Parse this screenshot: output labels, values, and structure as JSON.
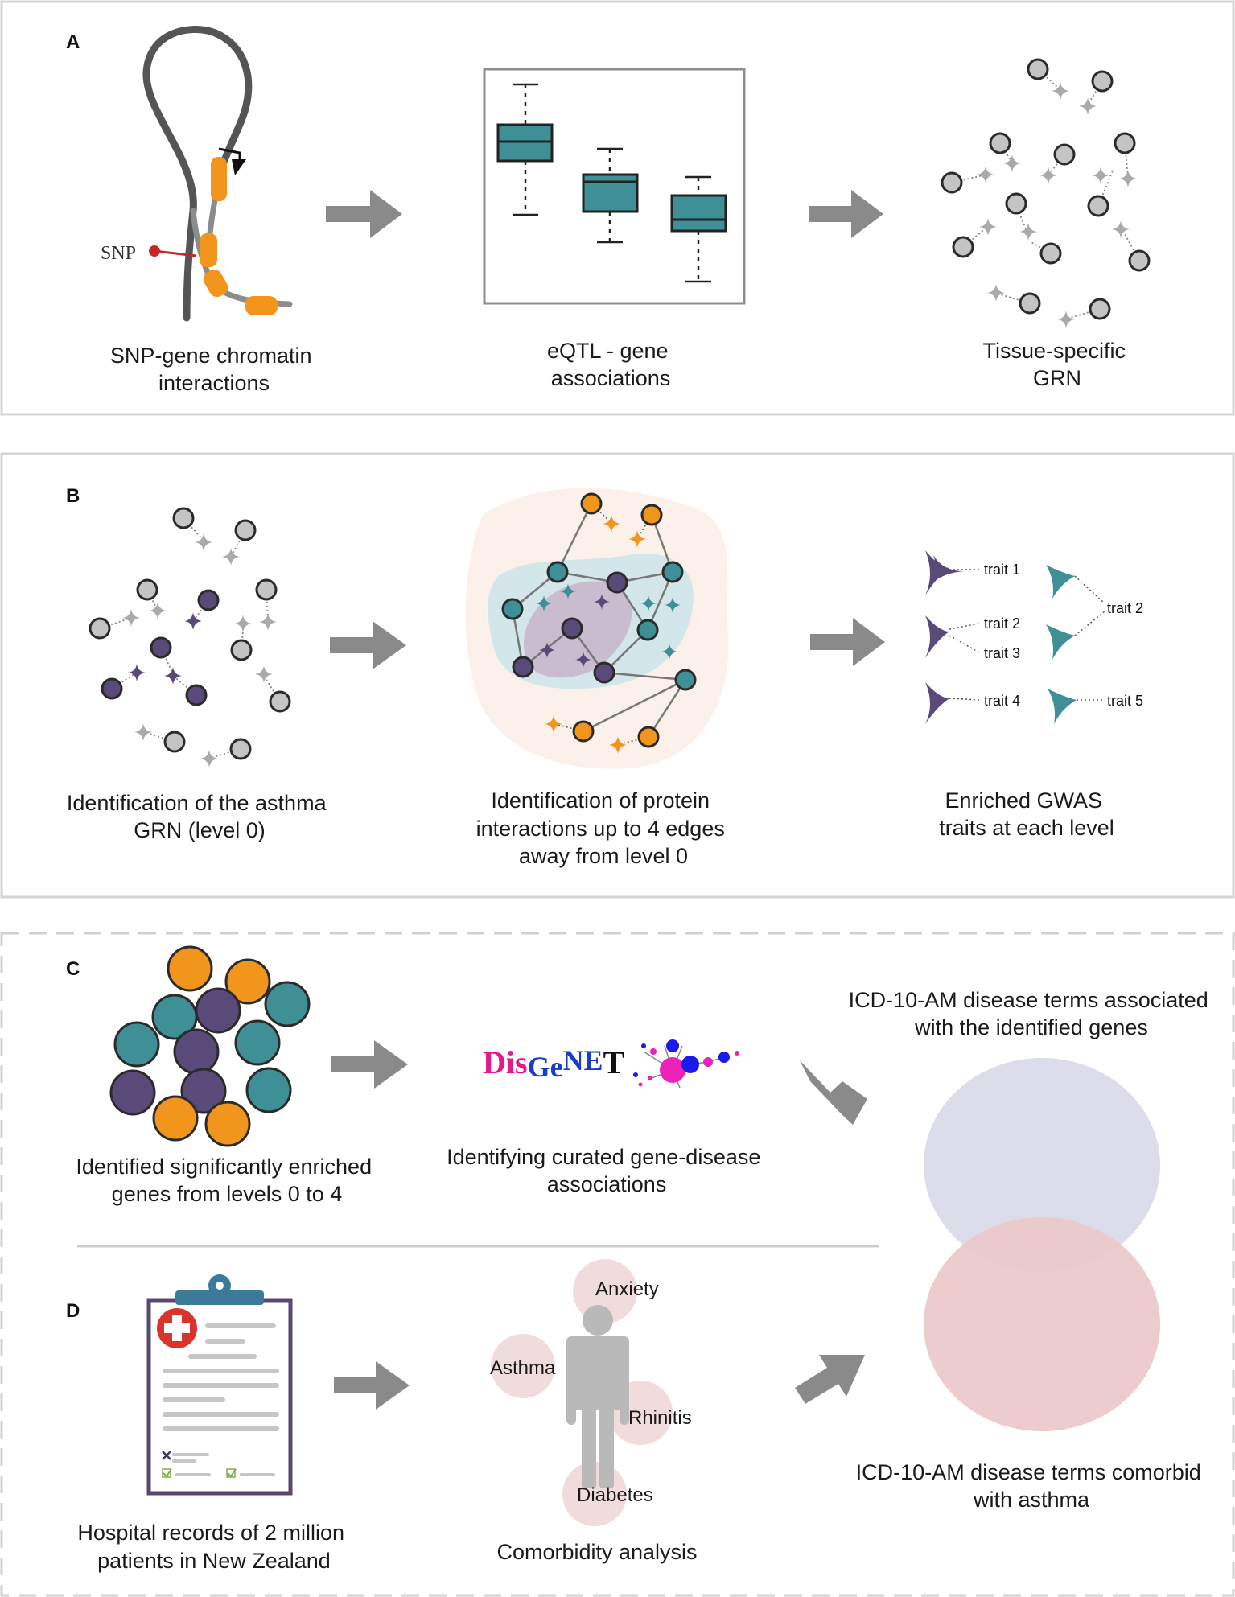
{
  "panels": {
    "a": {
      "label": "A",
      "snp_label": "SNP",
      "captions": [
        [
          "SNP-gene chromatin",
          "interactions"
        ],
        [
          "eQTL - gene",
          "associations"
        ],
        [
          "Tissue-specific",
          "GRN"
        ]
      ]
    },
    "b": {
      "label": "B",
      "captions": [
        [
          "Identification of the asthma",
          "GRN (level 0)"
        ],
        [
          "Identification of protein",
          "interactions up to 4 edges",
          "away from level 0"
        ],
        [
          "Enriched GWAS",
          "traits at each level"
        ]
      ],
      "traits": [
        "trait 1",
        "trait 2",
        "trait 3",
        "trait 4",
        "trait 2",
        "trait 5"
      ]
    },
    "c": {
      "label": "C",
      "captions": [
        [
          "Identified significantly enriched",
          "genes from levels 0 to 4"
        ],
        [
          "Identifying curated gene-disease",
          "associations"
        ]
      ],
      "disgenet_logo": {
        "dis": "Dis",
        "ge": "Ge",
        "ne": "NE",
        "t": "T"
      }
    },
    "d": {
      "label": "D",
      "captions": [
        [
          "Hospital records of 2 million",
          "patients in New Zealand"
        ],
        [
          "Comorbidity analysis"
        ]
      ],
      "conditions": [
        "Anxiety",
        "Asthma",
        "Rhinitis",
        "Diabetes"
      ]
    },
    "venn": {
      "top_caption": [
        "ICD-10-AM disease terms associated",
        "with the identified genes"
      ],
      "bottom_caption": [
        "ICD-10-AM disease terms comorbid",
        "with asthma"
      ]
    }
  },
  "colors": {
    "teal": "#3f8f96",
    "purple": "#5a4a7a",
    "orange": "#f2951c",
    "gray_node": "#c4c4c4",
    "arrow": "#8a8a8a",
    "venn_top": "#dcdcea",
    "venn_bottom": "#ecc8ca"
  }
}
